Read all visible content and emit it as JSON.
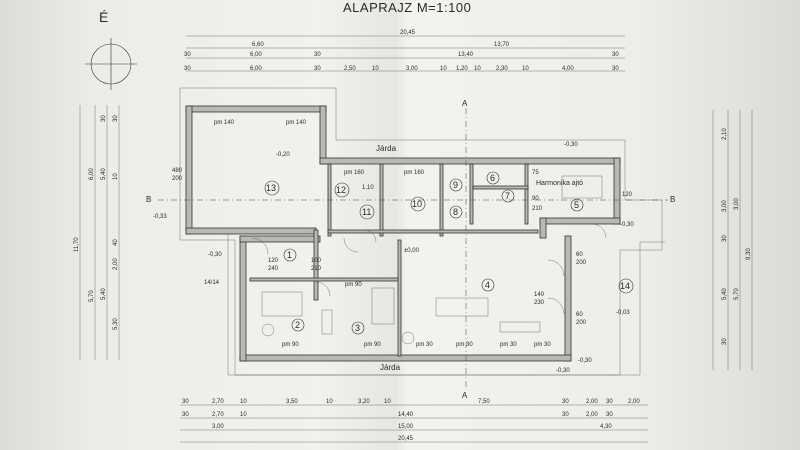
{
  "title": "ALAPRAJZ M=1:100",
  "north_label": "É",
  "section_labels": {
    "a_top": "A",
    "a_bottom": "A",
    "b_left": "B",
    "b_right": "B"
  },
  "paths": {
    "top": "Járda",
    "bottom": "Járda"
  },
  "top_dims": {
    "row1": [
      "20,45"
    ],
    "row2": [
      "6,60",
      "13,70"
    ],
    "row3": [
      "30",
      "6,00",
      "30",
      "13,40",
      "30"
    ],
    "row4": [
      "30",
      "6,00",
      "30",
      "2,50",
      "10",
      "3,00",
      "10",
      "1,20",
      "10",
      "2,30",
      "10",
      "4,00",
      "30"
    ]
  },
  "bottom_dims": {
    "row1": [
      "30",
      "2,70",
      "10",
      "3,50",
      "10",
      "3,20",
      "10",
      "7,50",
      "30",
      "2,00",
      "30",
      "2,00"
    ],
    "row2": [
      "30",
      "2,70",
      "10",
      "14,40",
      "30",
      "2,00",
      "30"
    ],
    "row3": [
      "3,00",
      "15,00",
      "4,30"
    ],
    "row4": [
      "20,45"
    ]
  },
  "left_dims": [
    "11,70",
    "6,00",
    "5,40",
    "30",
    "30",
    "5,70",
    "5,40",
    "5,30",
    "2,00",
    "40",
    "10"
  ],
  "right_dims": [
    "2,10",
    "3,00",
    "30",
    "3,00",
    "5,40",
    "30",
    "5,70",
    "9,30"
  ],
  "rooms": [
    "1",
    "2",
    "3",
    "4",
    "5",
    "6",
    "7",
    "8",
    "9",
    "10",
    "11",
    "12",
    "13",
    "14"
  ],
  "levels": [
    "-0,20",
    "-0,30",
    "±0,00",
    "-0,33",
    "-0,30",
    "-0,03",
    "-0,30",
    "-0,30",
    "-0,30"
  ],
  "annotations": {
    "harmonika": "Harmonika ajtó",
    "pm140a": "pm 140",
    "pm140b": "pm 140",
    "pm160a": "pm 160",
    "pm160b": "pm 160",
    "pm90a": "pm 90",
    "pm90b": "pm 90",
    "pm90c": "pm 90",
    "pm30a": "pm 30",
    "pm30b": "pm 30",
    "pm30c": "pm 30",
    "pm30d": "pm 30",
    "stair": "14/14",
    "d480": "480",
    "d200a": "200",
    "d140": "140",
    "d230": "230",
    "d120a": "120",
    "d120b": "120",
    "d240": "240",
    "d100": "100",
    "d210a": "210",
    "d210b": "210",
    "d75": "75",
    "d90": "90",
    "d110": "1,10",
    "d60a": "60",
    "d200b": "200",
    "d60b": "60",
    "d200c": "200"
  }
}
